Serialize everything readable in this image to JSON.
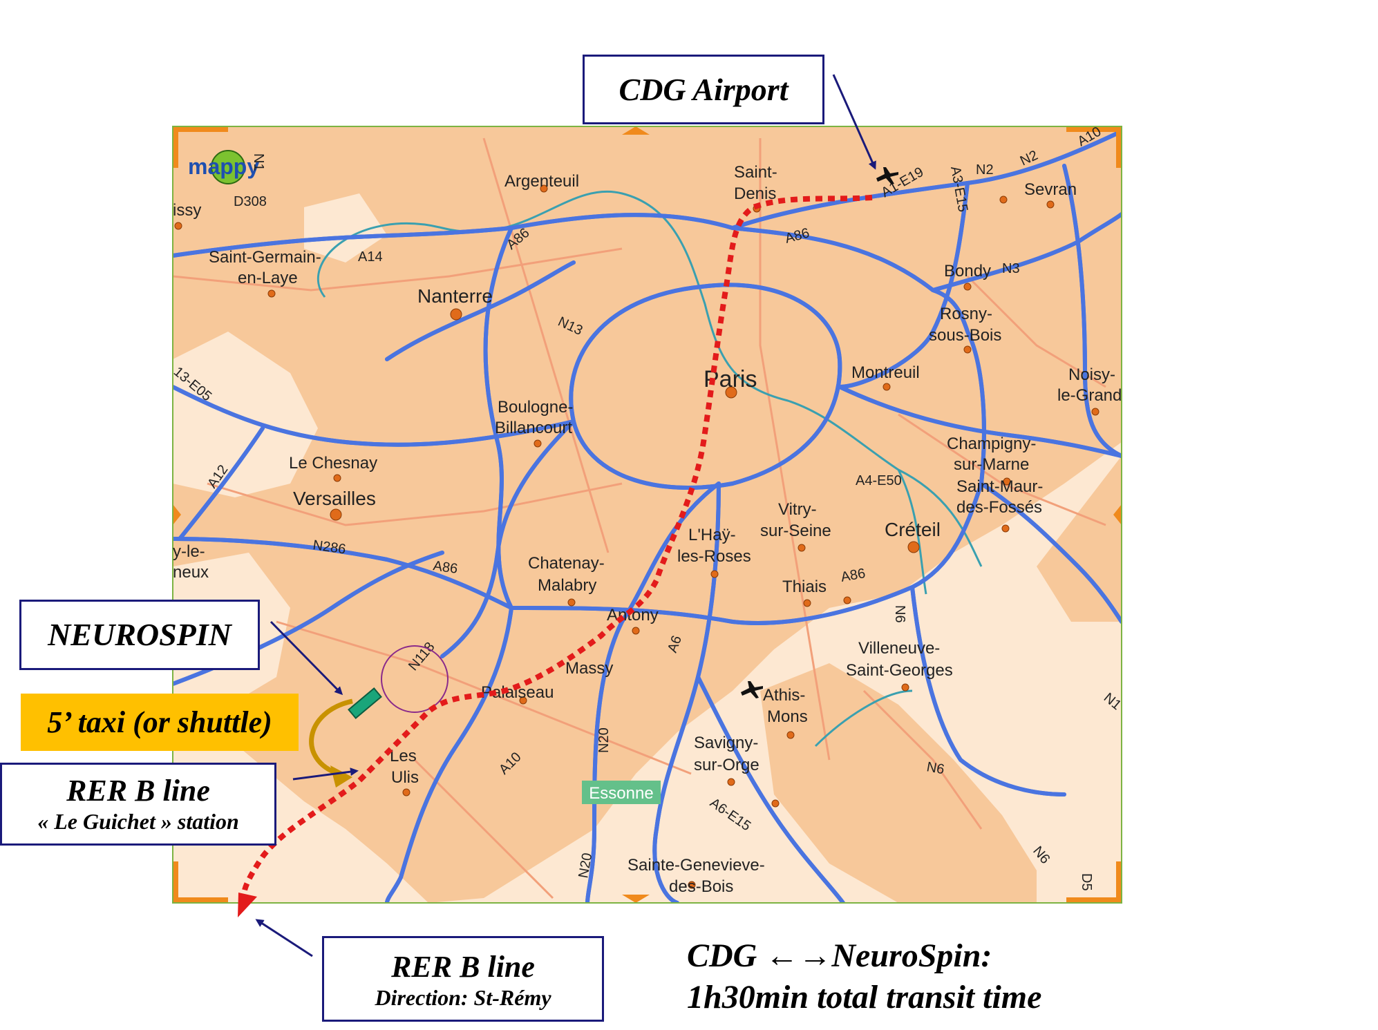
{
  "callouts": {
    "cdg_airport": "CDG Airport",
    "neurospin": "NEUROSPIN",
    "taxi": "5’ taxi (or shuttle)",
    "rer_guichet_title": "RER B line",
    "rer_guichet_sub": "« Le Guichet » station",
    "rer_stremy_title": "RER B line",
    "rer_stremy_sub": "Direction: St-Rémy"
  },
  "caption": {
    "line1": "CDG ←→NeuroSpin:",
    "line2": "1h30min total transit time"
  },
  "map": {
    "logo": "mappy",
    "cities": {
      "paris": "Paris",
      "argenteuil": "Argenteuil",
      "saint_denis_1": "Saint-",
      "saint_denis_2": "Denis",
      "sevran": "Sevran",
      "bondy": "Bondy",
      "rosny_1": "Rosny-",
      "rosny_2": "sous-Bois",
      "montreuil": "Montreuil",
      "noisy_1": "Noisy-",
      "noisy_2": "le-Grand",
      "champigny_1": "Champigny-",
      "champigny_2": "sur-Marne",
      "saint_maur_1": "Saint-Maur-",
      "saint_maur_2": "des-Fossés",
      "creteil": "Créteil",
      "nanterre": "Nanterre",
      "saint_germain_1": "Saint-Germain-",
      "saint_germain_2": "en-Laye",
      "poissy": "issy",
      "boulogne_1": "Boulogne-",
      "boulogne_2": "Billancourt",
      "le_chesnay": "Le Chesnay",
      "versailles": "Versailles",
      "vitry_1": "Vitry-",
      "vitry_2": "sur-Seine",
      "lhay_1": "L'Haÿ-",
      "lhay_2": "les-Roses",
      "chatenay_1": "Chatenay-",
      "chatenay_2": "Malabry",
      "antony": "Antony",
      "thiais": "Thiais",
      "massy": "Massy",
      "palaiseau": "Palaiseau",
      "les_ulis_1": "Les",
      "les_ulis_2": "Ulis",
      "villeneuve_1": "Villeneuve-",
      "villeneuve_2": "Saint-Georges",
      "athis_1": "Athis-",
      "athis_2": "Mons",
      "savigny_1": "Savigny-",
      "savigny_2": "sur-Orge",
      "essonne": "Essonne",
      "sainte_gen_1": "Sainte-Genevieve-",
      "sainte_gen_2": "des-Bois",
      "guyancourt_1": "y-le-",
      "guyancourt_2": "neux"
    },
    "roads": {
      "n1": "N1",
      "d308": "D308",
      "a14": "A14",
      "a86_n": "A86",
      "a86_ne": "A86",
      "n13": "N13",
      "a1_e19": "A1-E19",
      "a3_e15": "A3-E15",
      "n2": "N2",
      "n2b": "N2",
      "a10_ne": "A10",
      "n3": "N3",
      "a13_e05": "13-E05",
      "a12": "A12",
      "n286": "N286",
      "a86_sw": "A86",
      "a4_e50": "A4-E50",
      "a86_se": "A86",
      "n6_v": "N6",
      "n118": "N118",
      "a6": "A6",
      "n20": "N20",
      "a10": "A10",
      "n20b": "N20",
      "a6_e15": "A6-E15",
      "n6": "N6",
      "n6b": "N6",
      "n1_e": "N1",
      "d5": "D5"
    }
  },
  "colors": {
    "callout_border": "#1a1a7a",
    "taxi_bg": "#ffc000",
    "route": "#e31b1b",
    "highway": "#4a74e0",
    "urban": "#f7c89a",
    "rural": "#fde8d2",
    "river": "#3aa0b0",
    "frame": "#f08a1c",
    "neurospin_marker": "#1aa57a"
  }
}
